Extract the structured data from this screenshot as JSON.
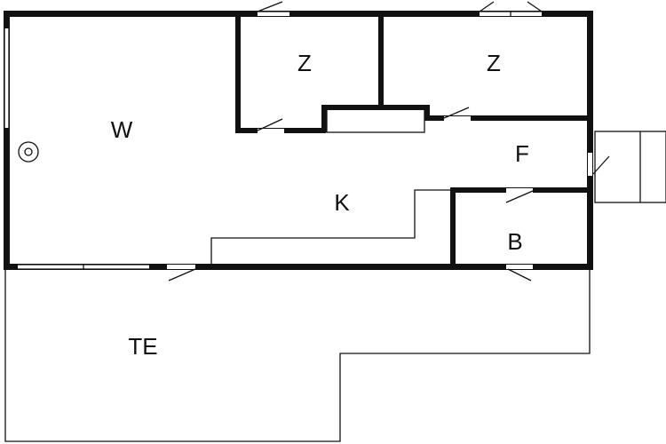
{
  "floor_plan": {
    "colors": {
      "wall": "#111111",
      "background": "#ffffff"
    },
    "rooms": [
      {
        "id": "living",
        "label": "W"
      },
      {
        "id": "bedroom-1",
        "label": "Z"
      },
      {
        "id": "bedroom-2",
        "label": "Z"
      },
      {
        "id": "hall",
        "label": "F"
      },
      {
        "id": "kitchen",
        "label": "K"
      },
      {
        "id": "bathroom",
        "label": "B"
      },
      {
        "id": "terrace",
        "label": "TE"
      }
    ],
    "icons": [
      "fireplace-stove-icon",
      "door-swing-icon",
      "window-icon"
    ]
  }
}
